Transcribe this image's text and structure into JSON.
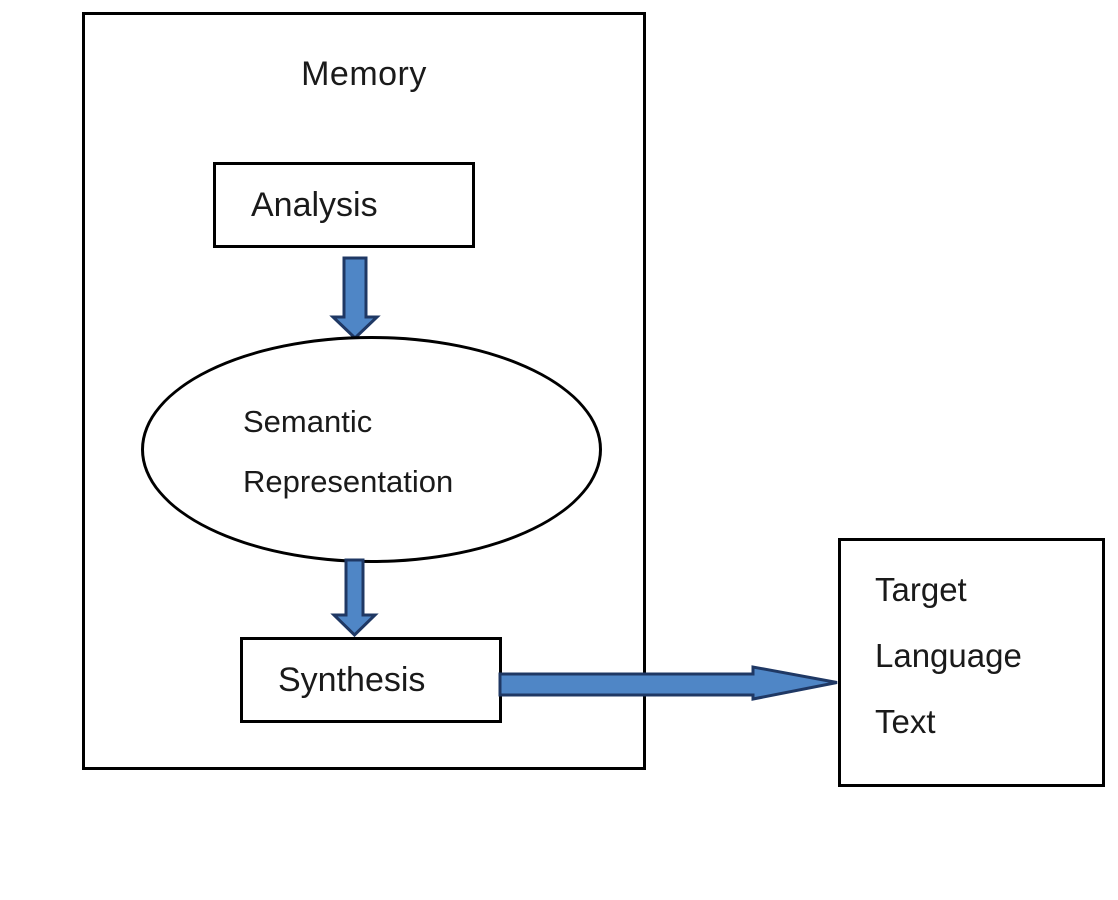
{
  "diagram": {
    "memory": {
      "title": "Memory"
    },
    "analysis": {
      "label": "Analysis"
    },
    "semantic": {
      "line1": "Semantic",
      "line2": "Representation"
    },
    "synthesis": {
      "label": "Synthesis"
    },
    "target": {
      "line1": "Target",
      "line2": "Language",
      "line3": "Text"
    },
    "edges": [
      {
        "from": "Analysis",
        "to": "Semantic Representation",
        "direction": "down"
      },
      {
        "from": "Semantic Representation",
        "to": "Synthesis",
        "direction": "down"
      },
      {
        "from": "Synthesis",
        "to": "Target Language Text",
        "direction": "right"
      }
    ],
    "colors": {
      "arrow_fill": "#4f86c6",
      "arrow_stroke": "#1f3864",
      "shape_border": "#000000",
      "text": "#1a1a1a",
      "background": "#ffffff"
    }
  }
}
